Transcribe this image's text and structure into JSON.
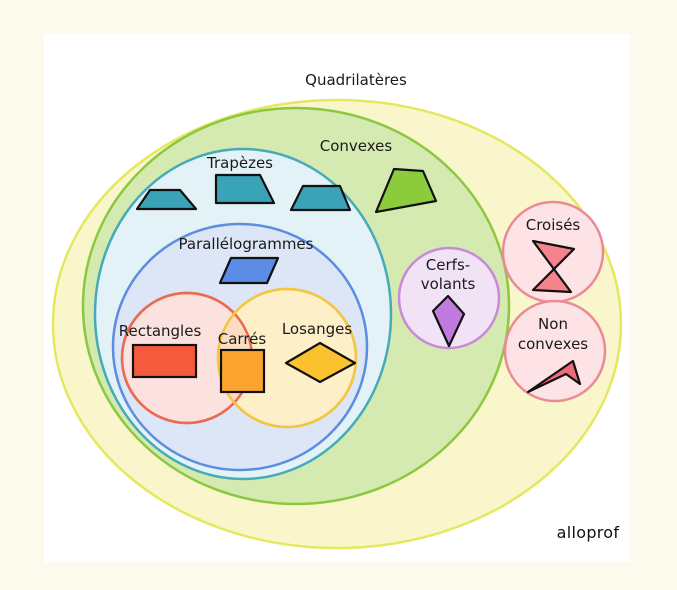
{
  "title": "Quadrilatères",
  "brand": "alloprof",
  "colors": {
    "page_background": "#fbfaec",
    "quadrilateres_fill": "#faf6cc",
    "quadrilateres_stroke": "#e5e85f",
    "convexes_fill": "#d5eab0",
    "convexes_stroke": "#8cc83f",
    "trapezes_fill": "#e2f2f6",
    "trapezes_stroke": "#46aab8",
    "parallelogrammes_fill": "#dde6f6",
    "parallelogrammes_stroke": "#5b8de0",
    "rectangles_fill": "#fbe2df",
    "rectangles_stroke": "#ea6a52",
    "losanges_fill": "#fdefc8",
    "losanges_stroke": "#f2c640",
    "carres_fill": "#fbdcc2",
    "cerfs_volants_fill": "#f1e2f6",
    "cerfs_volants_stroke": "#c78ad9",
    "croises_fill": "#fde3e6",
    "croises_stroke": "#eb8a95",
    "shape_trapeze": "#3ba3b8",
    "shape_convexe": "#8ccc3c",
    "shape_parallelogramme": "#5b8de6",
    "shape_rectangle": "#f45a3c",
    "shape_carre": "#fba52f",
    "shape_losange": "#fbc22f",
    "shape_cerf_volant": "#c27ae0",
    "shape_croise": "#f4838d",
    "shape_non_convexe": "#ef6b7c"
  },
  "sets": {
    "quadrilateres": {
      "label": "Quadrilatères"
    },
    "convexes": {
      "label": "Convexes"
    },
    "trapezes": {
      "label": "Trapèzes"
    },
    "parallelogrammes": {
      "label": "Parallélogrammes"
    },
    "rectangles": {
      "label": "Rectangles"
    },
    "carres": {
      "label": "Carrés"
    },
    "losanges": {
      "label": "Losanges"
    },
    "cerfs_volants": {
      "label_line1": "Cerfs-",
      "label_line2": "volants"
    },
    "croises": {
      "label": "Croisés"
    },
    "non_convexes": {
      "label_line1": "Non",
      "label_line2": "convexes"
    }
  }
}
